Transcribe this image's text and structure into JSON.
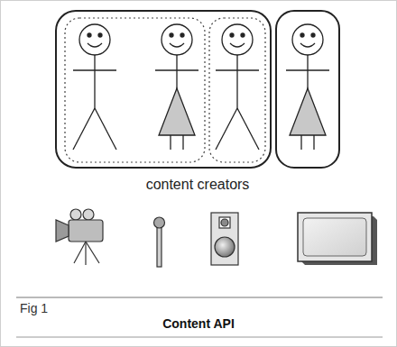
{
  "diagram": {
    "caption": "Content API",
    "labels": [
      "content creators",
      "Fig 1"
    ]
  }
}
